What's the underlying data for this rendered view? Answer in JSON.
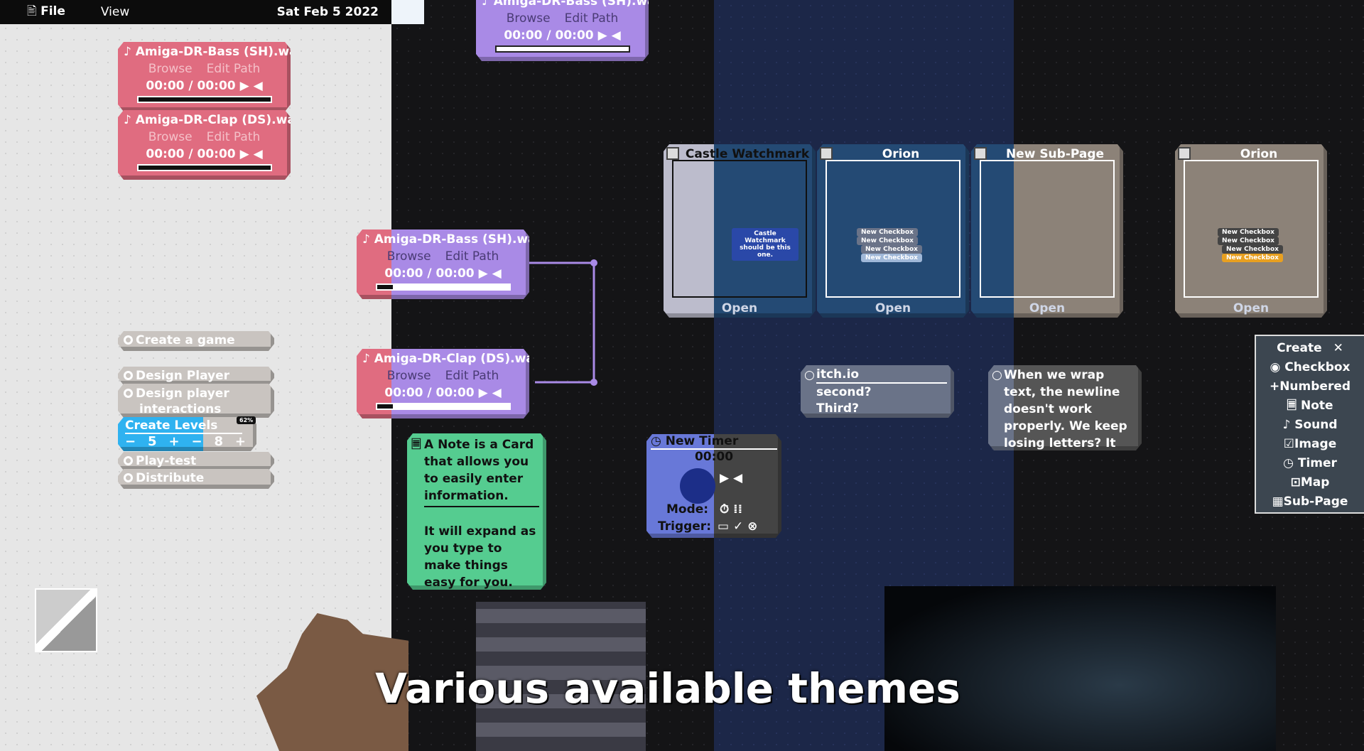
{
  "menubar": {
    "file": "File",
    "view": "View",
    "date": "Sat Feb 5 2022"
  },
  "sound_cards": [
    {
      "title": "♪ Amiga-DR-Bass (SH).wav",
      "browse": "Browse",
      "edit": "Edit Path",
      "time": "00:00 / 00:00"
    },
    {
      "title": "♪ Amiga-DR-Clap (DS).wav",
      "browse": "Browse",
      "edit": "Edit Path",
      "time": "00:00 / 00:00"
    }
  ],
  "checklist": {
    "items": [
      "Create a game",
      "Design Player",
      "Design player interactions",
      "Create Levels",
      "Play-test",
      "Distribute"
    ],
    "levels": {
      "current": "5",
      "total": "8",
      "percent": "62%"
    }
  },
  "note": {
    "line1": "A Note is a Card that allows you to easily enter information.",
    "line2": "It will expand as you type to make things easy for you."
  },
  "timer": {
    "title": "New Timer",
    "time": "00:00",
    "mode": "Mode:",
    "trigger": "Trigger:"
  },
  "subpages": [
    {
      "title": "Castle Watchmark",
      "open": "Open",
      "inner": "Castle Watchmark should be this one."
    },
    {
      "title": "Orion",
      "open": "Open"
    },
    {
      "title": "New Sub-Page",
      "open": "Open"
    },
    {
      "title": "Orion",
      "open": "Open"
    }
  ],
  "mini_checkbox": "New Checkbox",
  "itch": {
    "title": "itch.io",
    "l2": "second?",
    "l3": "Third?"
  },
  "wrap_note": "When we wrap text, the newline doesn't work properly. We keep losing letters? It seems odd.",
  "create_menu": {
    "title": "Create",
    "items": [
      "Checkbox",
      "Numbered",
      "Note",
      "Sound",
      "Image",
      "Timer",
      "Map",
      "Sub-Page"
    ]
  },
  "caption": "Various available themes",
  "colors": {
    "light_bg": "#e6e6e6",
    "dark_bg": "#141416",
    "blue_band": "#1c2748",
    "red": "#e06c80",
    "purple": "#a98ae6",
    "green": "#55cc90",
    "orange": "#e8a020"
  }
}
